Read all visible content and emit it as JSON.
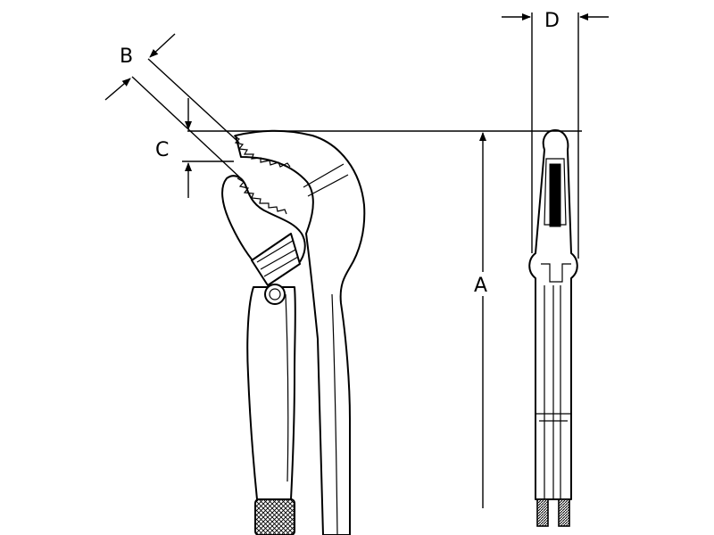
{
  "diagram": {
    "dimension_labels": {
      "a": "A",
      "b": "B",
      "c": "C",
      "d": "D"
    }
  },
  "colors": {
    "line": "#000000",
    "background": "#ffffff"
  }
}
